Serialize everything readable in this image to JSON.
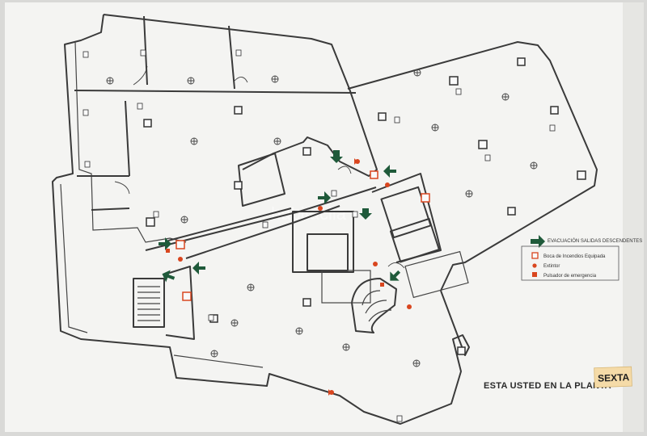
{
  "legend": {
    "title": "EVACUACIÓN SALIDAS DESCENDENTES",
    "items": [
      {
        "label": "Boca de Incendios Equipada",
        "icon": "fire-hose-icon"
      },
      {
        "label": "Extintor",
        "icon": "extinguisher-icon"
      },
      {
        "label": "Pulsador de emergencia",
        "icon": "emergency-button-icon"
      }
    ]
  },
  "caption": "ESTA USTED EN LA PLANTA",
  "floor_sticker": "SEXTA",
  "watermark": "habitaclia",
  "colors": {
    "paper": "#f4f4f2",
    "frame": "#d9d9d7",
    "wall": "#3a3a3a",
    "exit_arrow": "#1f5a3a",
    "fire_red": "#d9461f",
    "sticker": "#f5dba8"
  }
}
